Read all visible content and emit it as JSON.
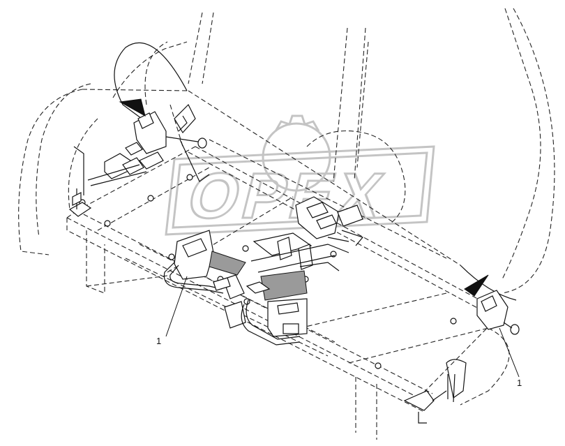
{
  "diagram": {
    "watermark_text": "OPEX",
    "callouts": [
      {
        "label": "1"
      },
      {
        "label": "1"
      }
    ]
  }
}
